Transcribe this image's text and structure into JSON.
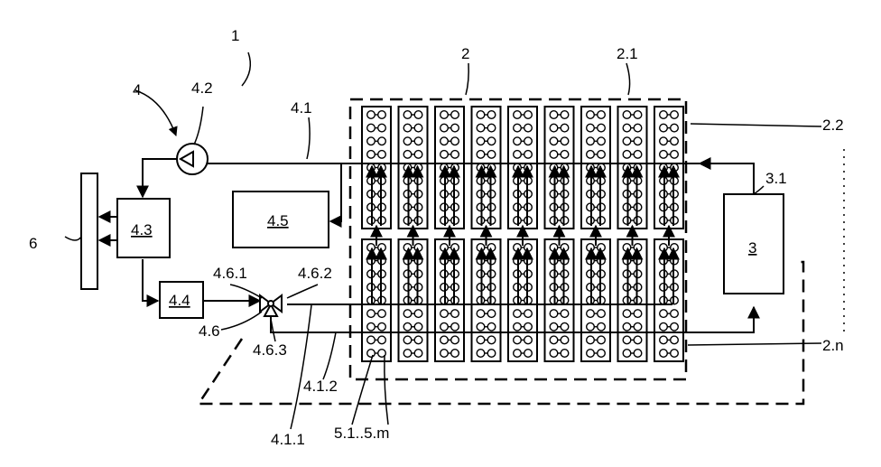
{
  "labels": {
    "system": "1",
    "module_block": "2",
    "module_row_first": "2.1",
    "module_column_top": "2.2",
    "module_column_last": "2.n",
    "battery_unit": "3",
    "battery_line": "3.1",
    "cooling_circuit": "4",
    "pump": "4.2",
    "main_line": "4.1",
    "branch_line_1": "4.1.1",
    "branch_line_2": "4.1.2",
    "heat_exchanger": "4.3",
    "component_44": "4.4",
    "component_45": "4.5",
    "valve": "4.6",
    "valve_port_1": "4.6.1",
    "valve_port_2": "4.6.2",
    "valve_port_3": "4.6.3",
    "cells": "5.1..5.m",
    "external_unit": "6"
  },
  "modules": {
    "columns": 9,
    "rows": 2
  }
}
